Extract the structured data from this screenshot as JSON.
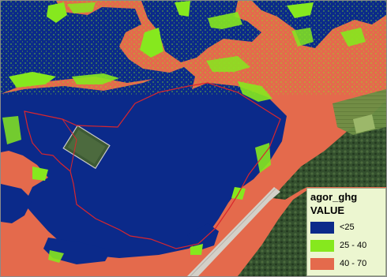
{
  "legend": {
    "title": "agor_ghg",
    "field": "VALUE",
    "items": [
      {
        "label": "<25",
        "color": "#0b2a8a"
      },
      {
        "label": "25 - 40",
        "color": "#86e81e"
      },
      {
        "label": "40 - 70",
        "color": "#e46a4c"
      }
    ]
  },
  "colors": {
    "water_low": "#0b2a8a",
    "mid": "#86e81e",
    "high": "#e46a4c",
    "boundary": "#d8262e",
    "orchard": "#2d4a2a",
    "field_green": "#6c8f45",
    "road": "#d4d0c8"
  }
}
